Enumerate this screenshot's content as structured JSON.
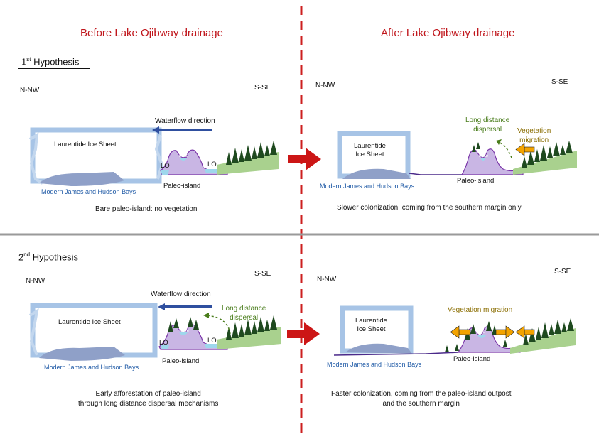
{
  "headers": {
    "before": "Before Lake Ojibway drainage",
    "after": "After Lake Ojibway drainage"
  },
  "hypotheses": {
    "h1": {
      "num": "1",
      "sup": "st",
      "label": " Hypothesis"
    },
    "h2": {
      "num": "2",
      "sup": "nd",
      "label": " Hypothesis"
    }
  },
  "directions": {
    "nnw": "N-NW",
    "sse": "S-SE"
  },
  "labels": {
    "ice_sheet": "Laurentide Ice Sheet",
    "ice_sheet_l1": "Laurentide",
    "ice_sheet_l2": "Ice Sheet",
    "bays": "Modern James and Hudson Bays",
    "paleo_island": "Paleo-island",
    "lake_small": "Lake",
    "lo": "LO",
    "waterflow": "Waterflow direction",
    "ld_dispersal_l1": "Long distance",
    "ld_dispersal_l2": "dispersal",
    "veg_mig_l1": "Vegetation",
    "veg_mig_l2": "migration",
    "veg_migration": "Vegetation migration"
  },
  "captions": {
    "c1": "Bare paleo-island: no vegetation",
    "c2": "Slower colonization, coming from the southern margin only",
    "c3_l1": "Early afforestation of paleo-island",
    "c3_l2": "through long distance dispersal mechanisms",
    "c4_l1": "Faster colonization, coming from the paleo-island outpost",
    "c4_l2": "and the southern margin"
  },
  "colors": {
    "divider_red": "#cc1f1f",
    "ice": "#a7c4e6",
    "bay": "#8fa0c8",
    "island": "#c9b6e4",
    "lake": "#9ed7ec",
    "land": "#a9d18e",
    "tree": "#1f4a1f",
    "arrow_blue": "#2f4f9f",
    "arrow_orange": "#f3a300"
  }
}
